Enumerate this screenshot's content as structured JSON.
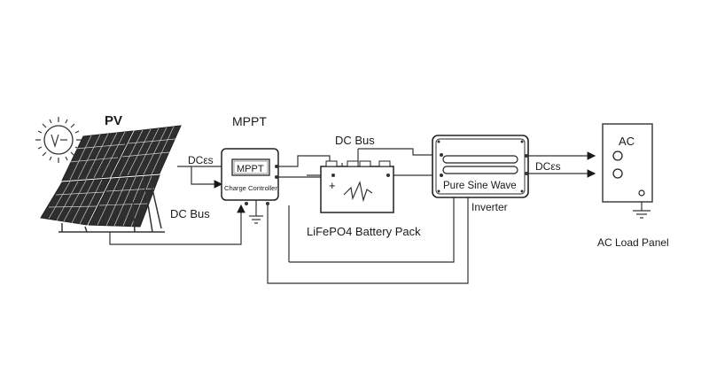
{
  "labels": {
    "pv": "PV",
    "mppt_title": "MPPT",
    "mppt_badge": "MPPT",
    "charge_controller": "Charge Controller",
    "dc_bus_top": "DC Bus",
    "dc_bus_left": "DC Bus",
    "dc_pv": "DCεs",
    "dc_out": "DCεs",
    "battery": "LiFePO4 Battery Pack",
    "battery_plus": "+",
    "inverter_face": "Pure Sine Wave",
    "inverter": "Inverter",
    "ac": "AC",
    "ac_panel": "AC Load Panel"
  }
}
